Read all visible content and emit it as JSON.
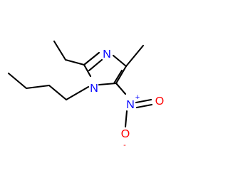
{
  "molecule": {
    "atoms": {
      "n3": {
        "symbol": "N",
        "color": "#0000ff"
      },
      "n1": {
        "symbol": "N",
        "color": "#0000ff"
      },
      "n_nitro": {
        "symbol": "N",
        "charge": "+",
        "color": "#0000ff"
      },
      "o_double": {
        "symbol": "O",
        "color": "#ff0000"
      },
      "o_single": {
        "symbol": "O",
        "charge": "-",
        "color": "#ff0000"
      }
    },
    "bond_color": "#000000",
    "background": "#ffffff"
  }
}
